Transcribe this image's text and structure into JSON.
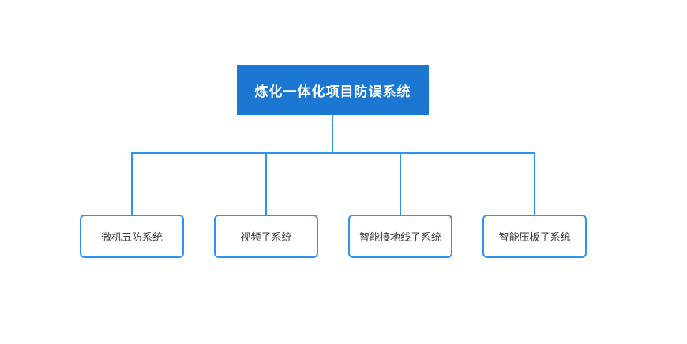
{
  "chart": {
    "type": "org-tree",
    "root": {
      "label": "炼化一体化项目防误系统"
    },
    "children": [
      {
        "label": "微机五防系统"
      },
      {
        "label": "视频子系统"
      },
      {
        "label": "智能接地线子系统"
      },
      {
        "label": "智能压板子系统"
      }
    ],
    "colors": {
      "root_fill": "#1b77d2",
      "root_text": "#ffffff",
      "connector": "#2e93ee",
      "child_border": "#2e93ee",
      "child_fill": "#ffffff",
      "child_text": "#383838",
      "background": "#ffffff"
    }
  }
}
